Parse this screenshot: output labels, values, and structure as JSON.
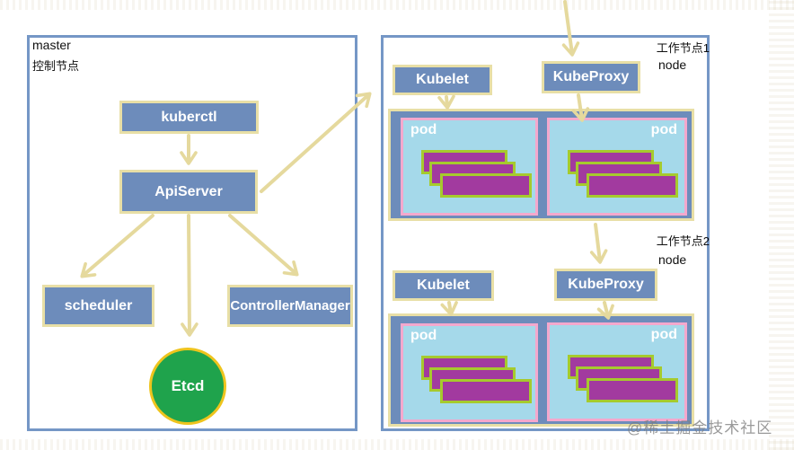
{
  "watermark": "@稀土掘金技术社区",
  "master": {
    "title": "master",
    "subtitle": "控制节点",
    "kuberctl": "kuberctl",
    "apiserver": "ApiServer",
    "scheduler": "scheduler",
    "controller_manager": "ControllerManager",
    "etcd": "Etcd"
  },
  "workers": [
    {
      "label": "工作节点1",
      "sublabel": "node",
      "kubelet": "Kubelet",
      "kubeproxy": "KubeProxy",
      "pods": [
        {
          "label": "pod"
        },
        {
          "label": "pod"
        }
      ]
    },
    {
      "label": "工作节点2",
      "sublabel": "node",
      "kubelet": "Kubelet",
      "kubeproxy": "KubeProxy",
      "pods": [
        {
          "label": "pod"
        },
        {
          "label": "pod"
        }
      ]
    }
  ],
  "colors": {
    "node_fill": "#6d8cbb",
    "khaki_border": "#e8dfa6",
    "arrow": "#e5d99d",
    "container_border": "#7597c6",
    "pod_fill": "#a5d9ea",
    "pod_border": "#f4a8cd",
    "chip_fill": "#a23a9f",
    "chip_border": "#a6ca2d",
    "etcd_fill": "#1fa34c",
    "etcd_border": "#eec41d"
  }
}
